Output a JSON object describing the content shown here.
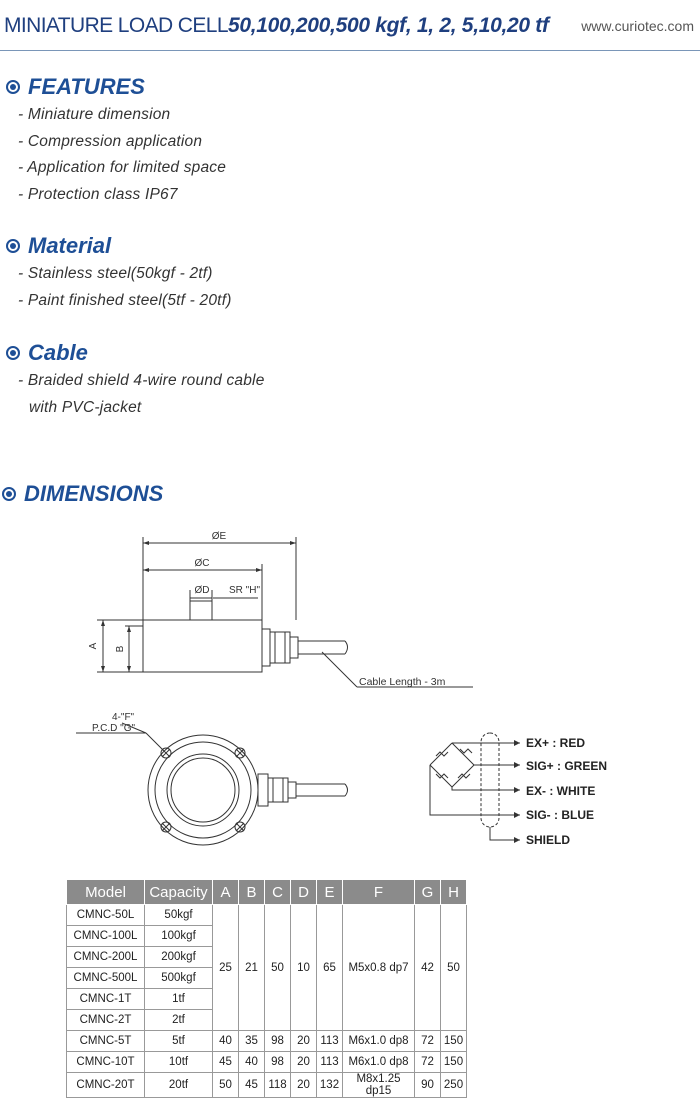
{
  "header": {
    "title_plain": "MINIATURE LOAD CELL",
    "title_models": "50,100,200,500 kgf, 1, 2, 5,10,20 tf",
    "website": "www.curiotec.com"
  },
  "features": {
    "title": "FEATURES",
    "items": [
      "- Miniature dimension",
      "- Compression application",
      "- Application for limited space",
      "- Protection class IP67"
    ]
  },
  "material": {
    "title": "Material",
    "items": [
      "- Stainless steel(50kgf - 2tf)",
      "- Paint finished steel(5tf - 20tf)"
    ]
  },
  "cable": {
    "title": "Cable",
    "items": [
      "- Braided shield 4-wire round cable",
      "with PVC-jacket"
    ]
  },
  "dimensions": {
    "title": "DIMENSIONS",
    "labels": {
      "e": "ØE",
      "c": "ØC",
      "d": "ØD",
      "sr": "SR \"H\"",
      "a": "A",
      "b": "B",
      "cable_length": "Cable Length - 3m",
      "f": "4-\"F\"",
      "pcd": "P.C.D \"G\""
    },
    "wiring": {
      "ex_plus": "EX+ : RED",
      "sig_plus": "SIG+ : GREEN",
      "ex_minus": "EX- : WHITE",
      "sig_minus": "SIG- : BLUE",
      "shield": "SHIELD"
    }
  },
  "table": {
    "headers": [
      "Model",
      "Capacity",
      "A",
      "B",
      "C",
      "D",
      "E",
      "F",
      "G",
      "H"
    ],
    "rows": [
      [
        "CMNC-50L",
        "50kgf"
      ],
      [
        "CMNC-100L",
        "100kgf"
      ],
      [
        "CMNC-200L",
        "200kgf"
      ],
      [
        "CMNC-500L",
        "500kgf"
      ],
      [
        "CMNC-1T",
        "1tf"
      ],
      [
        "CMNC-2T",
        "2tf"
      ],
      [
        "CMNC-5T",
        "5tf",
        "40",
        "35",
        "98",
        "20",
        "113",
        "M6x1.0 dp8",
        "72",
        "150"
      ],
      [
        "CMNC-10T",
        "10tf",
        "45",
        "40",
        "98",
        "20",
        "113",
        "M6x1.0 dp8",
        "72",
        "150"
      ],
      [
        "CMNC-20T",
        "20tf",
        "50",
        "45",
        "118",
        "20",
        "132",
        "M8x1.25 dp15",
        "90",
        "250"
      ]
    ],
    "merged": [
      "25",
      "21",
      "50",
      "10",
      "65",
      "M5x0.8 dp7",
      "42",
      "50"
    ]
  }
}
